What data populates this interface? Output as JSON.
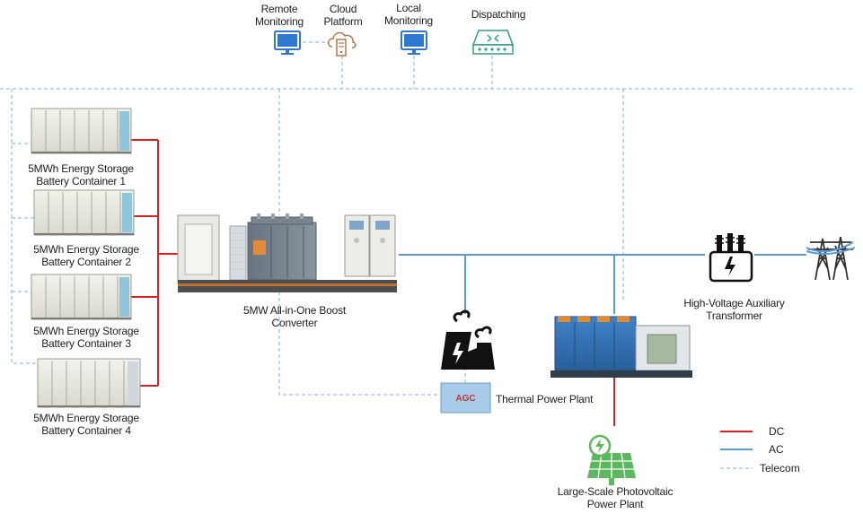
{
  "labels": {
    "remote_monitoring": [
      "Remote",
      "Monitoring"
    ],
    "cloud_platform": [
      "Cloud",
      "Platform"
    ],
    "local_monitoring": [
      "Local",
      "Monitoring"
    ],
    "dispatching": [
      "Dispatching"
    ],
    "battery_1": [
      "5MWh Energy Storage",
      "Battery Container 1"
    ],
    "battery_2": [
      "5MWh Energy Storage",
      "Battery Container 2"
    ],
    "battery_3": [
      "5MWh Energy Storage",
      "Battery Container 3"
    ],
    "battery_4": [
      "5MWh Energy Storage",
      "Battery Container 4"
    ],
    "converter": [
      "5MW All-in-One Boost",
      "Converter"
    ],
    "thermal_plant": "Thermal Power Plant",
    "agc": "AGC",
    "transformer": [
      "High-Voltage Auxiliary",
      "Transformer"
    ],
    "pv_plant": [
      "Large-Scale Photovoltaic",
      "Power Plant"
    ]
  },
  "legend": [
    {
      "label": "DC",
      "color": "#e02020",
      "style": "solid"
    },
    {
      "label": "AC",
      "color": "#5b9bd5",
      "style": "solid"
    },
    {
      "label": "Telecom",
      "color": "#7fb0dc",
      "style": "dashed"
    }
  ],
  "colors": {
    "dc": "#e02020",
    "ac": "#5b9bd5",
    "telecom": "#7fb0dc",
    "monitor": "#2f78d0",
    "dispatch": "#2fa37a",
    "pv_green": "#5cb85c"
  },
  "icons": {
    "remote_monitoring": "monitor-icon",
    "cloud_platform": "cloud-server-icon",
    "local_monitoring": "monitor-icon",
    "dispatching": "network-switch-icon",
    "thermal_plant": "factory-icon",
    "transformer": "transformer-icon",
    "grid": "transmission-tower-icon",
    "pv_plant": "solar-panel-icon"
  }
}
